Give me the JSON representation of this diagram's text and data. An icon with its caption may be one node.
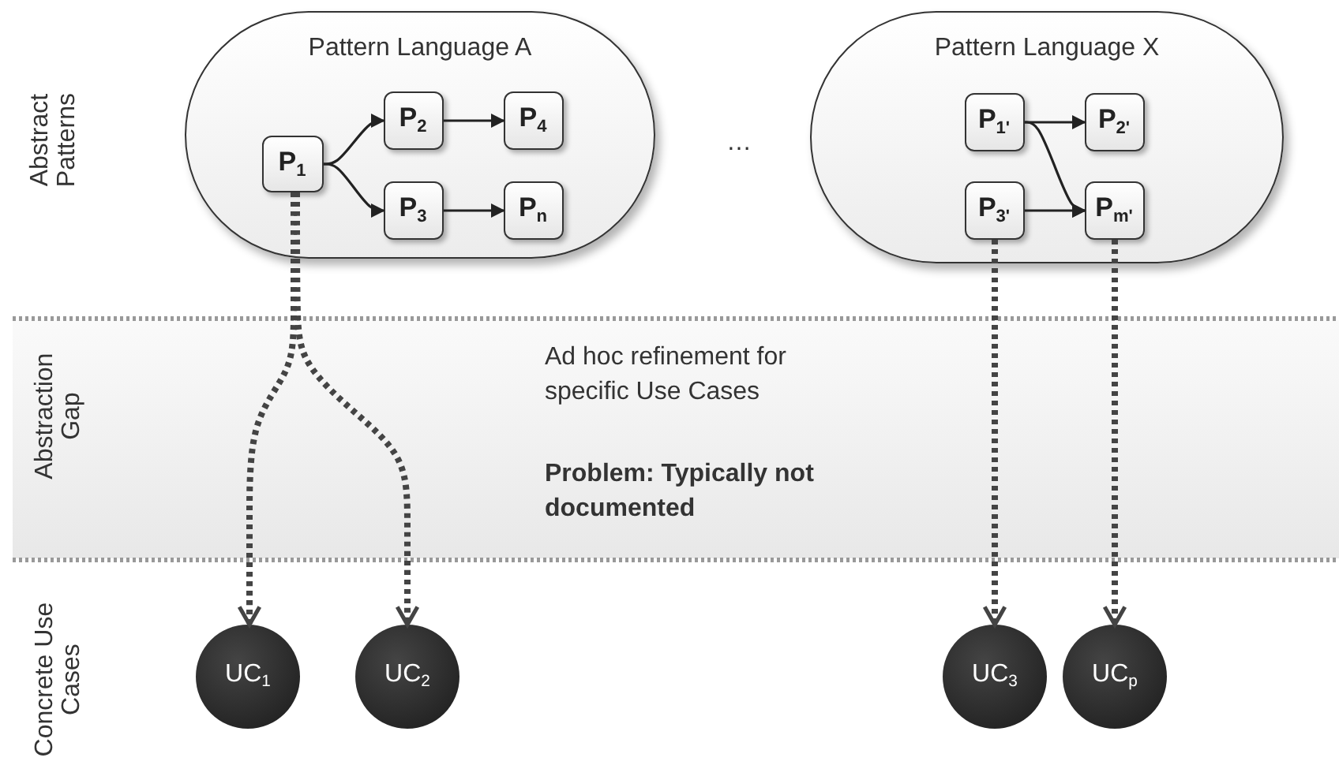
{
  "diagram": {
    "nodes": [
      {
        "text": [
          "Pattern Language A"
        ]
      },
      {
        "text": [
          "P$_{1}$"
        ],
        "in": 0
      },
      {
        "text": [
          "P$_{2}$"
        ],
        "in": 0
      },
      {
        "text": [
          "P$_{3}$"
        ],
        "in": 0
      },
      {
        "text": [
          "P$_{4}$"
        ],
        "in": 0
      },
      {
        "text": [
          "P$_{n}$"
        ],
        "in": 0
      },
      {
        "text": [
          "Pattern Language X"
        ]
      },
      {
        "text": [
          "P$_{1'}$"
        ],
        "in": 6
      },
      {
        "text": [
          "P$_{2'}$"
        ],
        "in": 6
      },
      {
        "text": [
          "P$_{3'}$"
        ],
        "in": 6
      },
      {
        "text": [
          "P$_{m'}$"
        ],
        "in": 6
      },
      {
        "text": [
          "UC$_{1}$"
        ]
      },
      {
        "text": [
          "UC$_{2}$"
        ]
      },
      {
        "text": [
          "UC$_{3}$"
        ]
      },
      {
        "text": [
          "UC$_{p}$"
        ]
      }
    ],
    "edges": [
      {
        "from": 1,
        "to": 2,
        "arrow": "to"
      },
      {
        "from": 1,
        "to": 3,
        "arrow": "to"
      },
      {
        "from": 2,
        "to": 4,
        "arrow": "to"
      },
      {
        "from": 3,
        "to": 5,
        "arrow": "to"
      },
      {
        "from": 7,
        "to": 8,
        "arrow": "to"
      },
      {
        "from": 7,
        "to": 10,
        "arrow": "to"
      },
      {
        "from": 9,
        "to": 10,
        "arrow": "to"
      },
      {
        "from": 1,
        "to": 11,
        "arrow": "to",
        "style": "dashed"
      },
      {
        "from": 1,
        "to": 12,
        "arrow": "to",
        "style": "dashed"
      },
      {
        "from": 9,
        "to": 13,
        "arrow": "to",
        "style": "dashed"
      },
      {
        "from": 10,
        "to": 14,
        "arrow": "to",
        "style": "dashed"
      }
    ],
    "labels": [
      "Abstract Patterns",
      "…",
      "Abstraction Gap",
      "Ad hoc refinement for specific Use Cases",
      "Problem: Typically not documented",
      "Concrete Use Cases"
    ]
  }
}
